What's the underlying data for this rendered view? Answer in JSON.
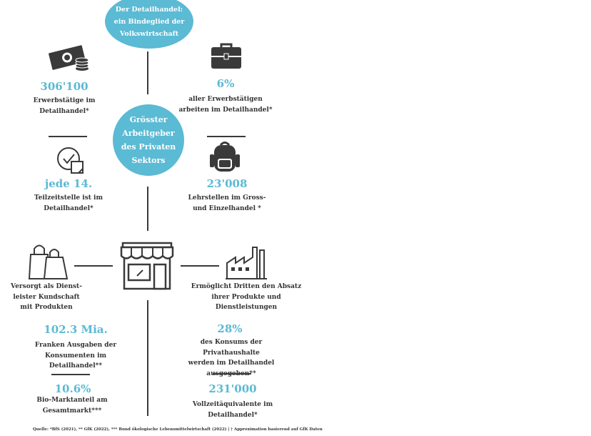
{
  "top_bubble": {
    "l1": "Der Detailhandel:",
    "l2": "ein Bindeglied der",
    "l3": "Volkswirtschaft"
  },
  "center_bubble": {
    "l1": "Grösster",
    "l2": "Arbeitgeber",
    "l3": "des Privaten",
    "l4": "Sektors"
  },
  "stats": {
    "employed": {
      "value": "306'100",
      "l1": "Erwerbstätige im",
      "l2": "Detailhandel*"
    },
    "share": {
      "value": "6%",
      "l1": "aller Erwerbstätigen",
      "l2": "arbeiten im Detailhandel*"
    },
    "parttime": {
      "value": "jede 14.",
      "l1": "Teilzeitstelle ist im",
      "l2": "Detailhandel*"
    },
    "apprentices": {
      "value": "23'008",
      "l1": "Lehrstellen im Gross-",
      "l2": "und Einzelhandel *"
    },
    "spending": {
      "value": "102.3 Mia.",
      "l1": "Franken Ausgaben der",
      "l2": "Konsumenten im Detailhandel**"
    },
    "consumption": {
      "value": "28%",
      "l1": "des Konsums der Privathaushalte",
      "l2": "werden im Detailhandel",
      "l3": "ausgegeben**"
    },
    "bio": {
      "value": "10.6%",
      "l1": "Bio-Marktanteil am",
      "l2": "Gesamtmarkt***"
    },
    "fte": {
      "value": "231'000",
      "l1": "Vollzeitäquivalente im",
      "l2": "Detailhandel*"
    }
  },
  "left_mid": {
    "l1": "Versorgt als Dienst-",
    "l2": "leister Kundschaft",
    "l3": "mit Produkten"
  },
  "right_mid": {
    "l1": "Ermöglicht Dritten den Absatz",
    "l2": "ihrer Produkte und",
    "l3": "Dienstleistungen"
  },
  "source": "Quelle: *BfS (2021), ** GfK (2022), *** Bund ökologische Lebensmittelwirtschaft (2022) | † Approximation basierend auf GfK Daten",
  "icons": [
    "money-icon",
    "briefcase-icon",
    "clock-document-icon",
    "backpack-icon",
    "shopping-bags-icon",
    "store-icon",
    "factory-icon"
  ],
  "colors": {
    "accent": "#5bbad4",
    "line": "#3a3a3a"
  }
}
